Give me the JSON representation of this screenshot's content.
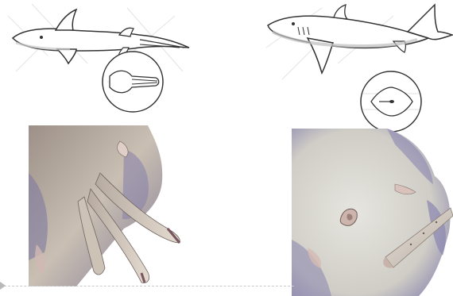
{
  "figure": {
    "illustrations": [
      {
        "subject": "male-shark-ventral-view-with-claspers-inset"
      },
      {
        "subject": "female-shark-side-view-with-cloaca-inset"
      }
    ],
    "photos": [
      {
        "subject": "male-claspers-closeup"
      },
      {
        "subject": "female-cloaca-closeup"
      }
    ]
  },
  "colors": {
    "background": "#ffffff",
    "line": "#333333",
    "shark_fill": "#ffffff",
    "shadow": "#b7b7b7",
    "skin": "#d9d2c7",
    "skin_shadow": "#8f8aa8",
    "fin_pink": "#d8b8b0",
    "divider": "#c9c9c9"
  }
}
